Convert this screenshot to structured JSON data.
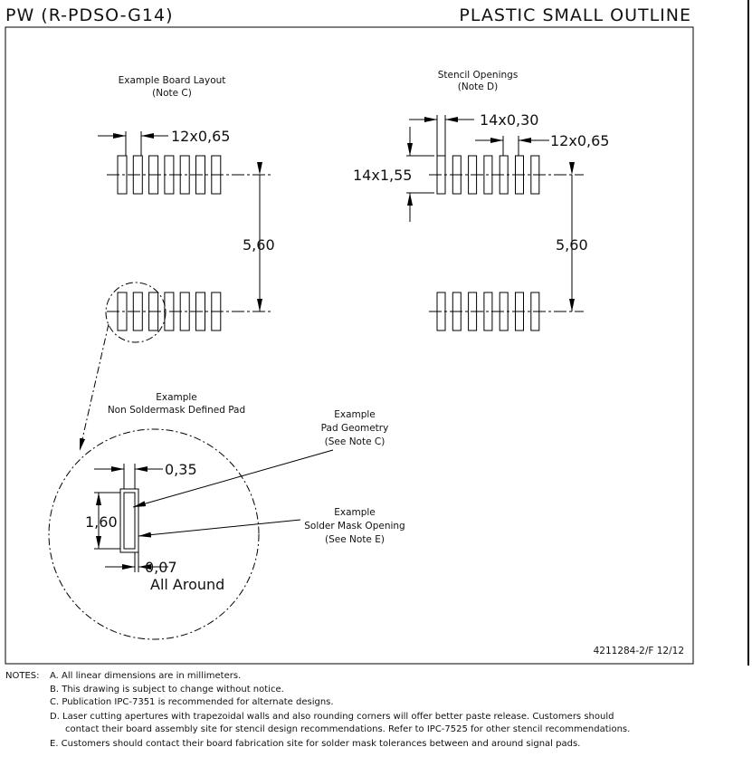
{
  "header": {
    "package": "PW (R-PDSO-G14)",
    "title": "PLASTIC SMALL OUTLINE"
  },
  "board_layout": {
    "title": "Example Board Layout",
    "note": "(Note C)",
    "pitch": "12x0,65",
    "row_spacing": "5,60"
  },
  "stencil": {
    "title": "Stencil Openings",
    "note": "(Note D)",
    "width": "14x0,30",
    "pitch": "12x0,65",
    "length": "14x1,55",
    "row_spacing": "5,60"
  },
  "pad_detail": {
    "title_1": "Example",
    "title_2": "Non Soldermask Defined Pad",
    "pad_width": "0,35",
    "pad_length": "1,60",
    "clearance": "0,07",
    "clearance_note": "All Around",
    "pad_geometry": [
      "Example",
      "Pad Geometry",
      "(See Note C)"
    ],
    "mask_opening": [
      "Example",
      "Solder Mask Opening",
      "(See Note E)"
    ]
  },
  "footer": {
    "doc_id": "4211284-2/F  12/12"
  },
  "notes": {
    "label": "NOTES:",
    "items": [
      "A.  All linear dimensions are in millimeters.",
      "B.  This drawing is subject to change without notice.",
      "C.  Publication IPC-7351 is recommended for alternate designs.",
      "D.  Laser cutting apertures with trapezoidal walls and also rounding corners will offer better paste release.  Customers should",
      "contact their board assembly site for stencil design recommendations. Refer to IPC-7525 for other stencil recommendations.",
      "E.  Customers should contact their board fabrication site for solder mask tolerances between and around signal pads."
    ]
  }
}
